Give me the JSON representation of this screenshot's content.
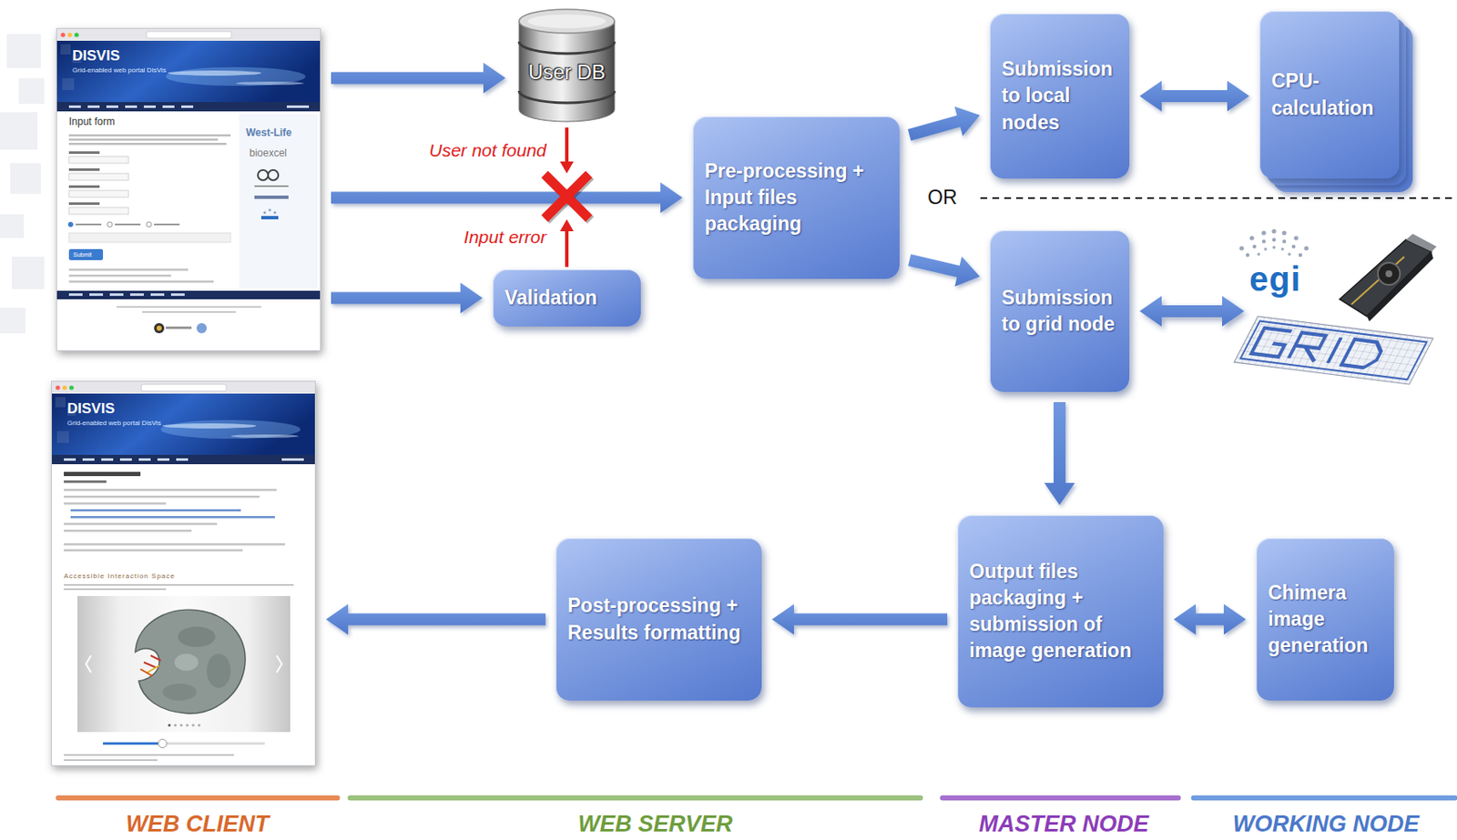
{
  "diagram": {
    "nodes": [
      {
        "text": [
          "DISVIS",
          "Grid-enabled web portal DisVis",
          "Input form",
          "West-Life",
          "bioexcel",
          "Submit"
        ]
      },
      {
        "text": [
          "User DB"
        ]
      },
      {
        "text": [
          "Validation"
        ]
      },
      {
        "text": [
          "Pre-processing + Input files packaging"
        ]
      },
      {
        "text": [
          "Submission to local nodes"
        ]
      },
      {
        "text": [
          "CPU-calculation"
        ]
      },
      {
        "text": [
          "Submission to grid node"
        ]
      },
      {
        "text": [
          "Output files packaging + submission of image generation"
        ]
      },
      {
        "text": [
          "Chimera image generation"
        ]
      },
      {
        "text": [
          "Post-processing + Results formatting"
        ]
      },
      {
        "text": [
          "DISVIS",
          "Grid-enabled web portal DisVis",
          "Accessible Interaction Space"
        ]
      }
    ],
    "edges": [
      {
        "from": 0,
        "to": 1,
        "arrow": "to"
      },
      {
        "from": 0,
        "to": 3,
        "arrow": "to"
      },
      {
        "from": 0,
        "to": 2,
        "arrow": "to"
      },
      {
        "from": 3,
        "to": 4,
        "arrow": "to"
      },
      {
        "from": 3,
        "to": 6,
        "arrow": "to"
      },
      {
        "from": 4,
        "to": 5,
        "arrow": "both"
      },
      {
        "from": 6,
        "to": 7,
        "arrow": "to"
      },
      {
        "from": 7,
        "to": 8,
        "arrow": "both"
      },
      {
        "from": 7,
        "to": 9,
        "arrow": "to"
      },
      {
        "from": 9,
        "to": 10,
        "arrow": "to"
      }
    ],
    "labels": [
      "User not found",
      "Input error",
      "OR",
      "egi",
      "WEB CLIENT",
      "WEB SERVER",
      "MASTER NODE",
      "WORKING NODE"
    ]
  }
}
